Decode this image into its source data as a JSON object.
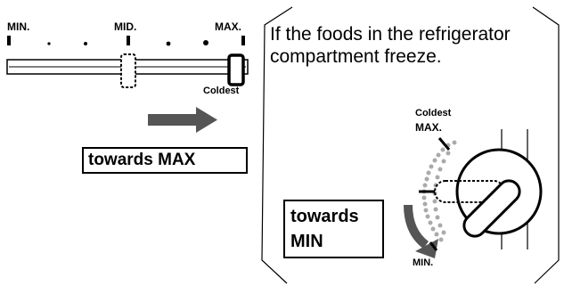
{
  "slider_diagram": {
    "min_label": "MIN.",
    "mid_label": "MID.",
    "max_label": "MAX.",
    "coldest_label": "Coldest",
    "action_label": "towards  MAX"
  },
  "dial_panel": {
    "instruction_text": "If the foods in the refrigerator compartment freeze.",
    "coldest_label": "Coldest",
    "max_label": "MAX.",
    "min_label": "MIN.",
    "action_label_line1": "towards",
    "action_label_line2": "MIN"
  },
  "icons": [
    "arrow-right-icon",
    "curved-arrow-down-icon",
    "rotary-dial-icon"
  ]
}
